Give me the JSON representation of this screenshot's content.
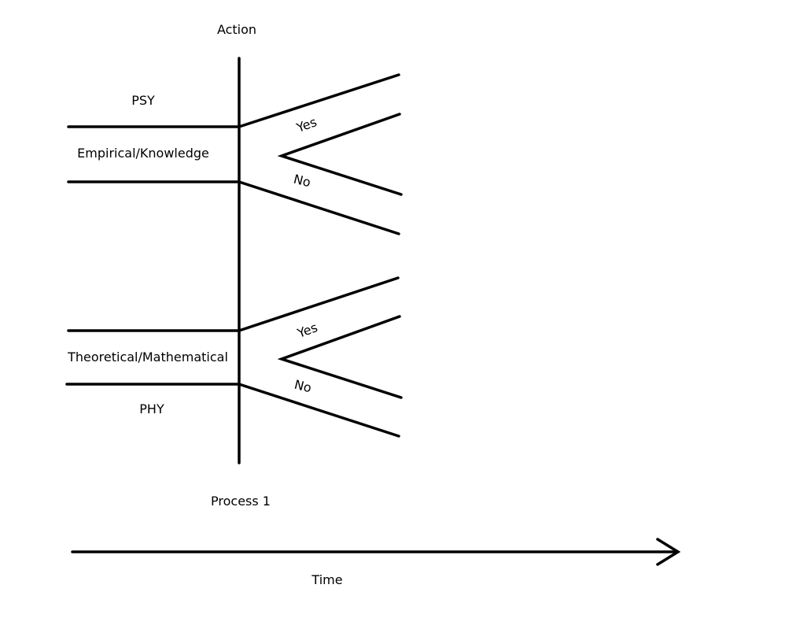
{
  "diagram": {
    "action_label": "Action",
    "process_label": "Process 1",
    "time_label": "Time",
    "top_group": {
      "upper_label": "PSY",
      "band_label": "Empirical/Knowledge",
      "yes_label": "Yes",
      "no_label": "No"
    },
    "bottom_group": {
      "band_label": "Theoretical/Mathematical",
      "lower_label": "PHY",
      "yes_label": "Yes",
      "no_label": "No"
    }
  },
  "colors": {
    "line": "#000000",
    "background": "#ffffff"
  }
}
